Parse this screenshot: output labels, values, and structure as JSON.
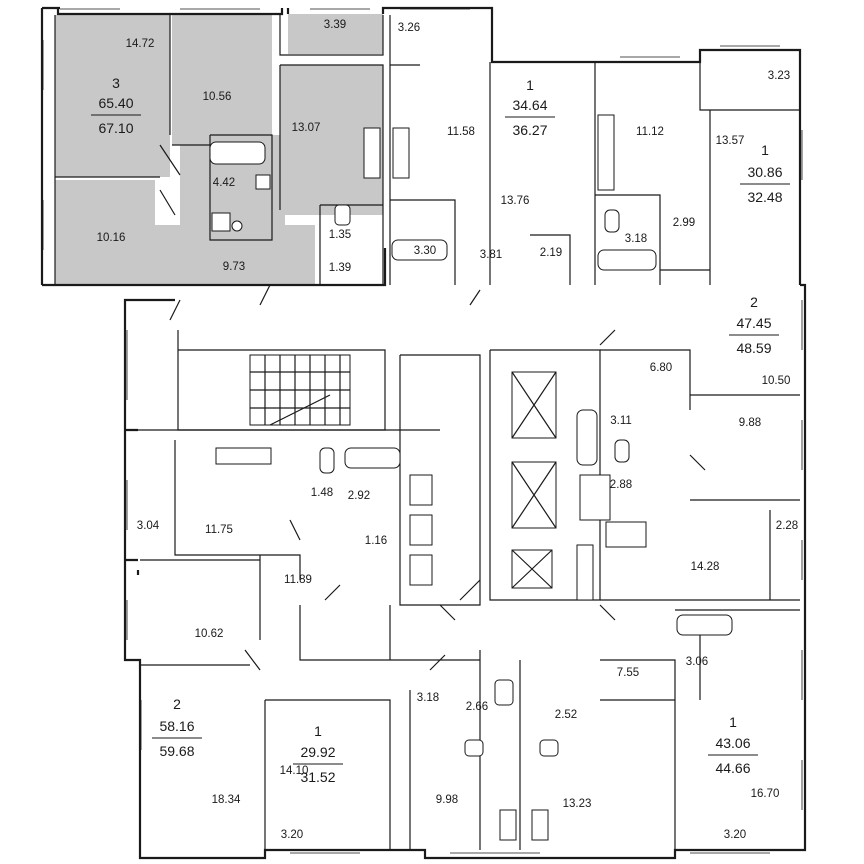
{
  "highlight_color": "#c8c8c8",
  "apartments": [
    {
      "rooms": "3",
      "area_living": "65.40",
      "area_total": "67.10"
    },
    {
      "rooms": "1",
      "area_living": "34.64",
      "area_total": "36.27"
    },
    {
      "rooms": "1",
      "area_living": "30.86",
      "area_total": "32.48"
    },
    {
      "rooms": "2",
      "area_living": "47.45",
      "area_total": "48.59"
    },
    {
      "rooms": "2",
      "area_living": "58.16",
      "area_total": "59.68"
    },
    {
      "rooms": "1",
      "area_living": "29.92",
      "area_total": "31.52"
    },
    {
      "rooms": "1",
      "area_living": "43.06",
      "area_total": "44.66"
    }
  ],
  "room_areas": [
    "14.72",
    "3.39",
    "3.26",
    "10.56",
    "13.07",
    "11.58",
    "11.12",
    "3.23",
    "13.57",
    "4.42",
    "10.16",
    "9.73",
    "1.35",
    "1.39",
    "3.30",
    "13.76",
    "3.81",
    "2.19",
    "3.18",
    "2.99",
    "6.80",
    "10.50",
    "9.88",
    "3.11",
    "2.88",
    "2.28",
    "14.28",
    "3.04",
    "11.75",
    "1.48",
    "2.92",
    "1.16",
    "11.89",
    "10.62",
    "7.55",
    "3.06",
    "3.18",
    "2.66",
    "2.52",
    "18.34",
    "14.10",
    "9.98",
    "13.23",
    "16.70",
    "3.20",
    "3.20"
  ]
}
